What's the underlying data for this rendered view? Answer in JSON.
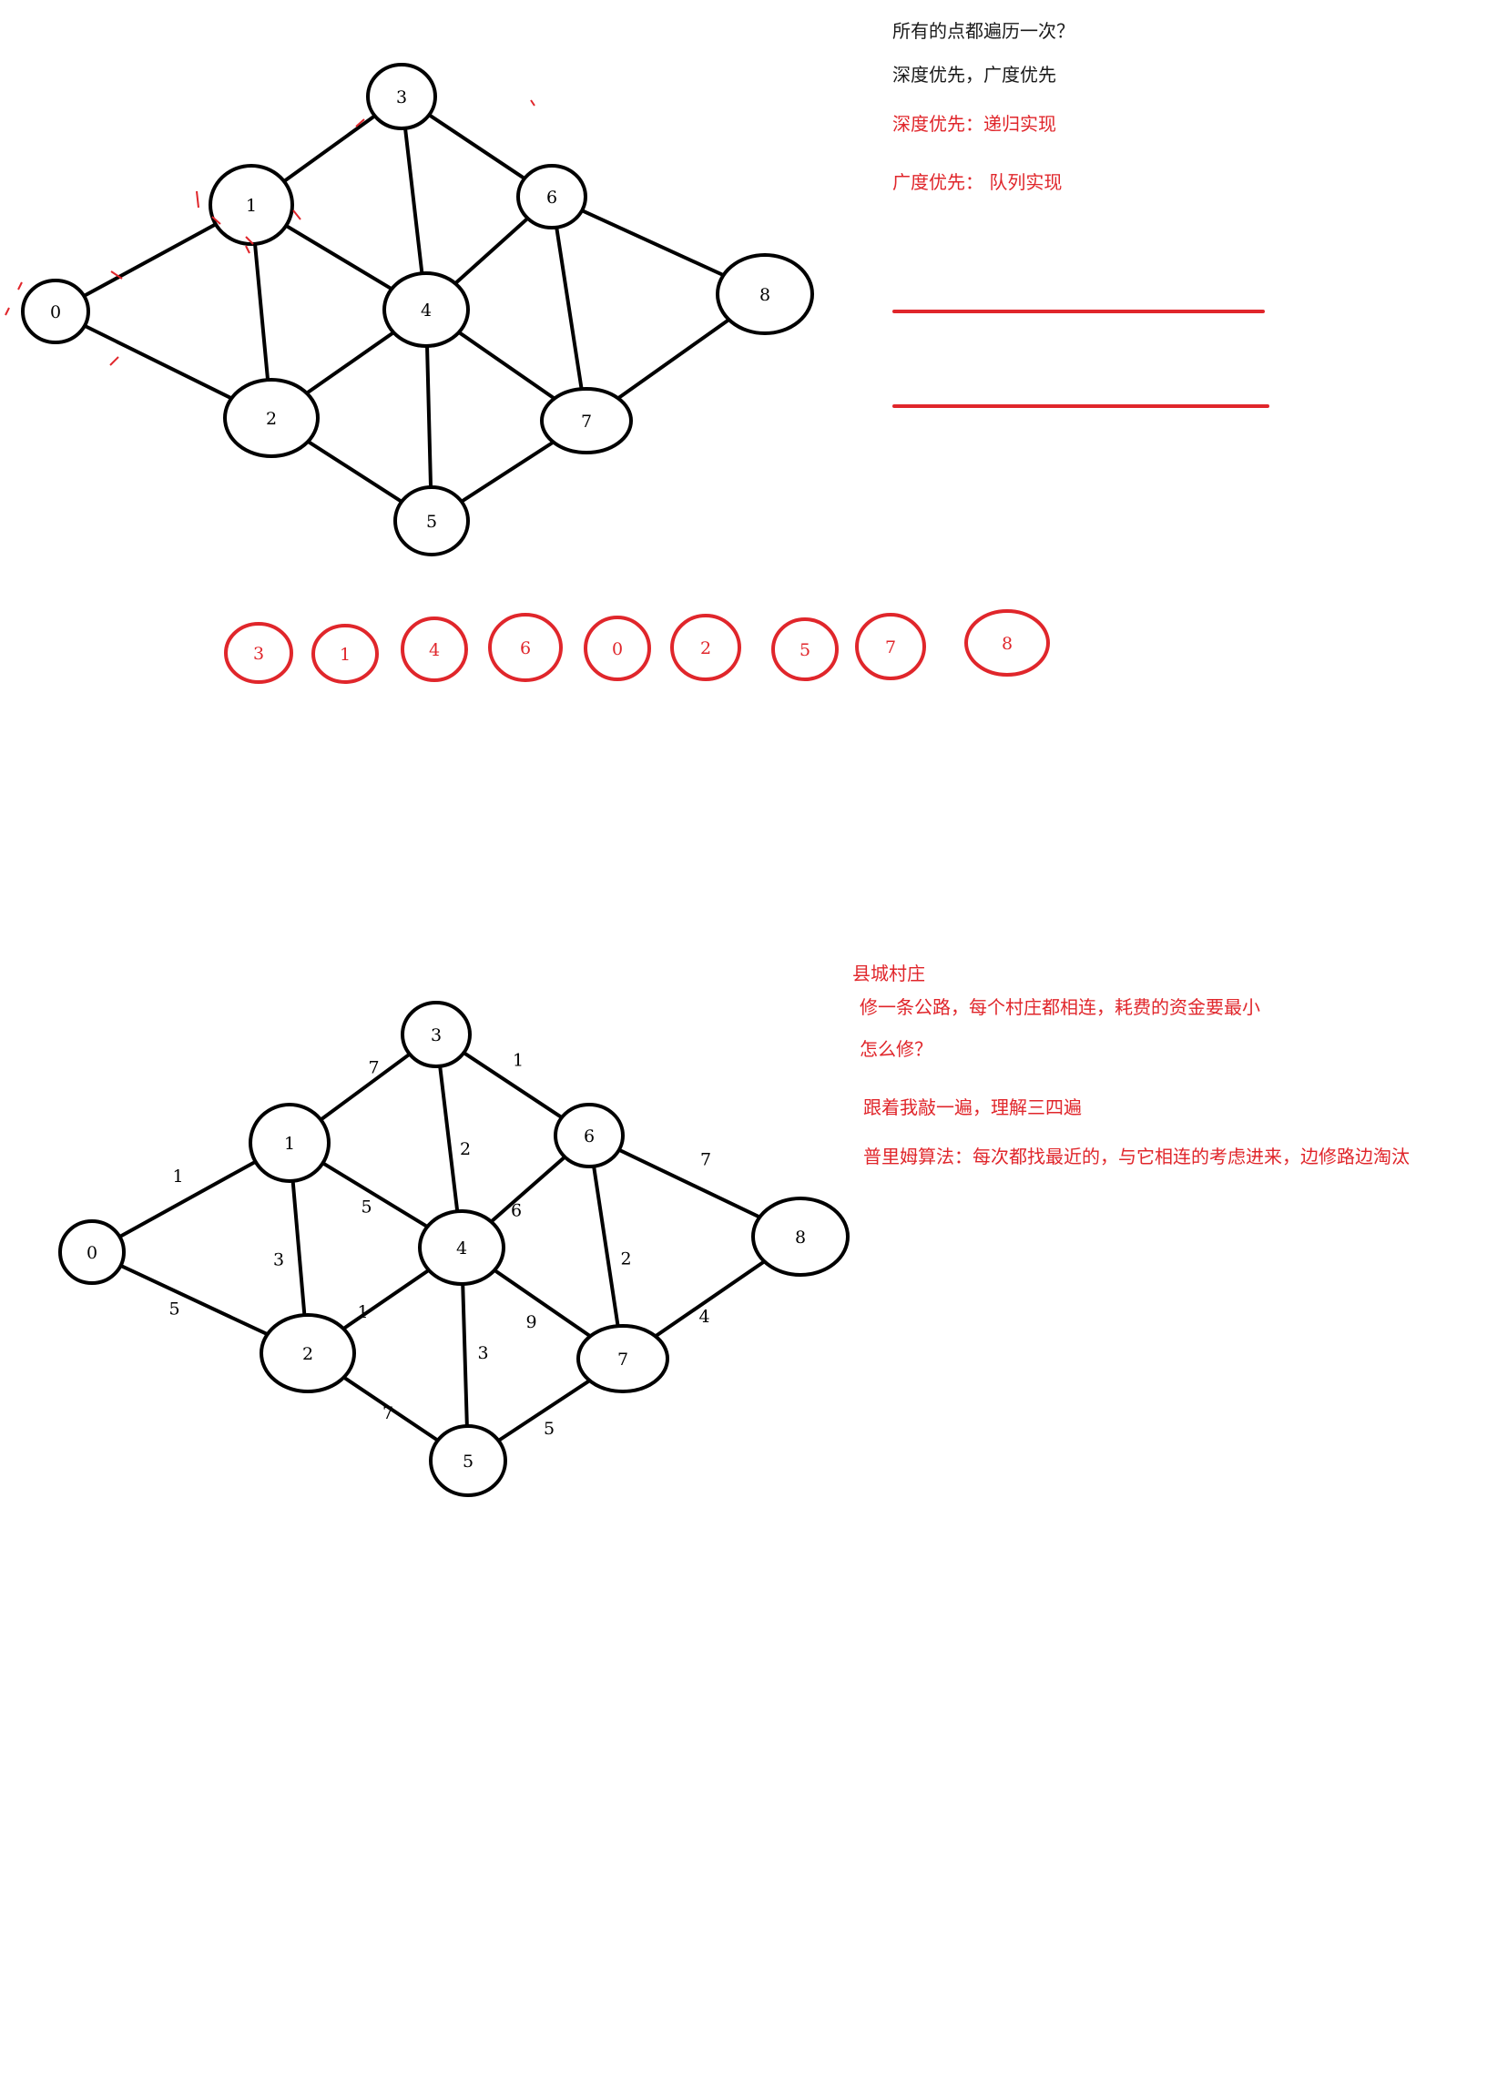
{
  "top_diagram": {
    "nodes": [
      {
        "id": "0",
        "label": "0"
      },
      {
        "id": "1",
        "label": "1"
      },
      {
        "id": "2",
        "label": "2"
      },
      {
        "id": "3",
        "label": "3"
      },
      {
        "id": "4",
        "label": "4"
      },
      {
        "id": "5",
        "label": "5"
      },
      {
        "id": "6",
        "label": "6"
      },
      {
        "id": "7",
        "label": "7"
      },
      {
        "id": "8",
        "label": "8"
      }
    ],
    "edges": [
      [
        "0",
        "1"
      ],
      [
        "0",
        "2"
      ],
      [
        "1",
        "3"
      ],
      [
        "1",
        "2"
      ],
      [
        "1",
        "4"
      ],
      [
        "3",
        "4"
      ],
      [
        "3",
        "6"
      ],
      [
        "2",
        "4"
      ],
      [
        "2",
        "5"
      ],
      [
        "4",
        "5"
      ],
      [
        "4",
        "6"
      ],
      [
        "4",
        "7"
      ],
      [
        "6",
        "7"
      ],
      [
        "6",
        "8"
      ],
      [
        "7",
        "8"
      ],
      [
        "5",
        "7"
      ]
    ],
    "traversal_order": [
      "3",
      "1",
      "4",
      "6",
      "0",
      "2",
      "5",
      "7",
      "8"
    ],
    "notes": {
      "question": "所有的点都遍历一次？",
      "methods": "深度优先，广度优先",
      "dfs": "深度优先：递归实现",
      "bfs": "广度优先： 队列实现"
    }
  },
  "bottom_diagram": {
    "nodes": [
      {
        "id": "0",
        "label": "0"
      },
      {
        "id": "1",
        "label": "1"
      },
      {
        "id": "2",
        "label": "2"
      },
      {
        "id": "3",
        "label": "3"
      },
      {
        "id": "4",
        "label": "4"
      },
      {
        "id": "5",
        "label": "5"
      },
      {
        "id": "6",
        "label": "6"
      },
      {
        "id": "7",
        "label": "7"
      },
      {
        "id": "8",
        "label": "8"
      }
    ],
    "edges": [
      {
        "from": "0",
        "to": "1",
        "weight": "1"
      },
      {
        "from": "0",
        "to": "2",
        "weight": "5"
      },
      {
        "from": "1",
        "to": "3",
        "weight": "7"
      },
      {
        "from": "1",
        "to": "2",
        "weight": "3"
      },
      {
        "from": "1",
        "to": "4",
        "weight": "5"
      },
      {
        "from": "3",
        "to": "4",
        "weight": "2"
      },
      {
        "from": "3",
        "to": "6",
        "weight": "1"
      },
      {
        "from": "2",
        "to": "4",
        "weight": "1"
      },
      {
        "from": "2",
        "to": "5",
        "weight": "7"
      },
      {
        "from": "4",
        "to": "5",
        "weight": "3"
      },
      {
        "from": "4",
        "to": "6",
        "weight": "6"
      },
      {
        "from": "4",
        "to": "7",
        "weight": "9"
      },
      {
        "from": "6",
        "to": "7",
        "weight": "2"
      },
      {
        "from": "6",
        "to": "8",
        "weight": "7"
      },
      {
        "from": "7",
        "to": "8",
        "weight": "4"
      },
      {
        "from": "5",
        "to": "7",
        "weight": "5"
      }
    ],
    "notes": {
      "title": "县城村庄",
      "task": "修一条公路，每个村庄都相连，耗费的资金要最小",
      "how": "怎么修？",
      "follow": "跟着我敲一遍，理解三四遍",
      "prim": "普里姆算法：每次都找最近的，与它相连的考虑进来，边修路边淘汰"
    }
  },
  "colors": {
    "ink": "#000000",
    "annotation": "#e0262b",
    "text": "#1a1a1a"
  }
}
